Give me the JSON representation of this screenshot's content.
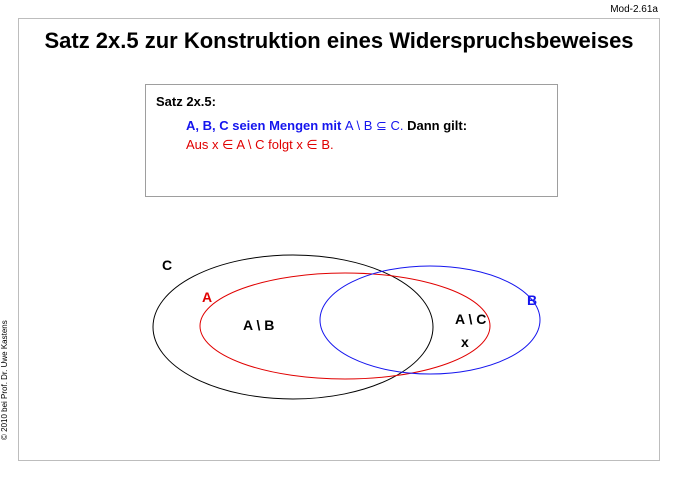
{
  "slide_id": "Mod-2.61a",
  "title": "Satz 2x.5 zur Konstruktion eines Widerspruchsbeweises",
  "copyright": "© 2010 bei Prof. Dr. Uwe Kastens",
  "theorem": {
    "label": "Satz 2x.5:",
    "line1": {
      "part1": "A, B, C seien Mengen mit ",
      "part2": "A \\ B ⊆ C.",
      "part3": " Dann gilt:"
    },
    "line2": "Aus x ∈ A \\ C folgt x ∈ B."
  },
  "venn": {
    "label_c": "C",
    "label_a": "A",
    "label_b": "B",
    "label_a_minus_b": "A \\ B",
    "label_a_minus_c": "A \\ C",
    "label_x": "x",
    "colors": {
      "c": "#000000",
      "a": "#e00000",
      "b": "#1515ee"
    }
  }
}
